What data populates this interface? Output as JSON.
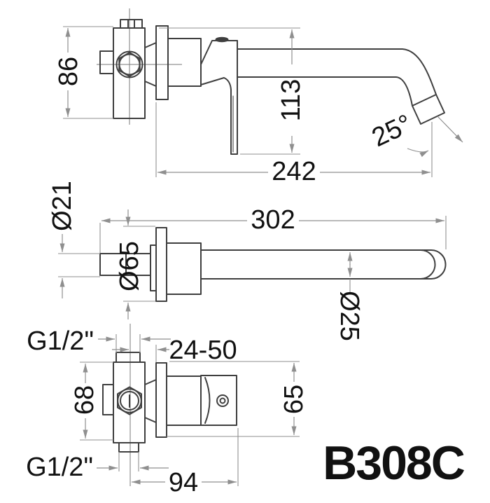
{
  "title": "B308C wall-mounted basin mixer dimension drawing",
  "model": "B308C",
  "dims": {
    "side": {
      "valve_height": "86",
      "drop_height": "113",
      "reach": "242",
      "spout_angle": "25°"
    },
    "plan": {
      "inlet_diameter": "Ø21",
      "plate_diameter": "Ø65",
      "overall_length": "302",
      "spout_diameter": "Ø25"
    },
    "bottom": {
      "top_inlet_thread": "G1/2\"",
      "wall_depth_range": "24-50",
      "valve_body_height": "68",
      "trim_height": "65",
      "bottom_inlet_thread": "G1/2\"",
      "handle_projection": "94"
    }
  },
  "colors": {
    "background": "#ffffff",
    "outline": "#3f3f3f",
    "dimension": "#8f8f8f",
    "text": "#111111"
  }
}
